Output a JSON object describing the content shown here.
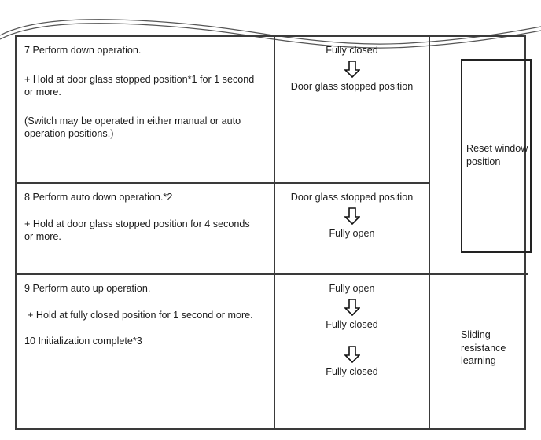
{
  "document": {
    "type": "procedure-table",
    "continuation_edge": "torn-wavy-top",
    "columns": 3,
    "rows": 3
  },
  "table": {
    "rows": [
      {
        "id": "step-7",
        "procedure": {
          "lines": [
            "7 Perform down operation.",
            "+ Hold at door glass stopped position*1 for 1 second",
            "or more.",
            "(Switch may be operated in either manual or auto",
            "operation positions.)"
          ]
        },
        "window_state_flow": {
          "steps": [
            "Fully closed",
            "Door glass stopped position"
          ],
          "arrow": "down-block-arrow"
        }
      },
      {
        "id": "step-8",
        "procedure": {
          "lines": [
            "8 Perform auto down operation.*2",
            "+ Hold at door glass stopped position for 4 seconds",
            "or more."
          ]
        },
        "window_state_flow": {
          "steps": [
            "Door glass stopped position",
            "Fully open"
          ],
          "arrow": "down-block-arrow"
        }
      },
      {
        "id": "step-9",
        "procedure": {
          "lines": [
            "9 Perform auto up operation.",
            "+ Hold at fully closed position for 1 second or more.",
            "10 Initialization complete*3"
          ]
        },
        "window_state_flow": {
          "steps": [
            "Fully open",
            "Fully closed",
            "Fully closed"
          ],
          "arrow": "down-block-arrow"
        }
      }
    ],
    "result_column": {
      "merged_rows_7_8": {
        "label_line_1": "Reset window",
        "label_line_2": "position"
      },
      "row_9": {
        "label_line_1": "Sliding resistance",
        "label_line_2": "learning"
      }
    }
  },
  "colors": {
    "border": "#3a3a3a",
    "inner_box_border": "#222222",
    "text": "#1a1a1a",
    "background": "#ffffff"
  }
}
